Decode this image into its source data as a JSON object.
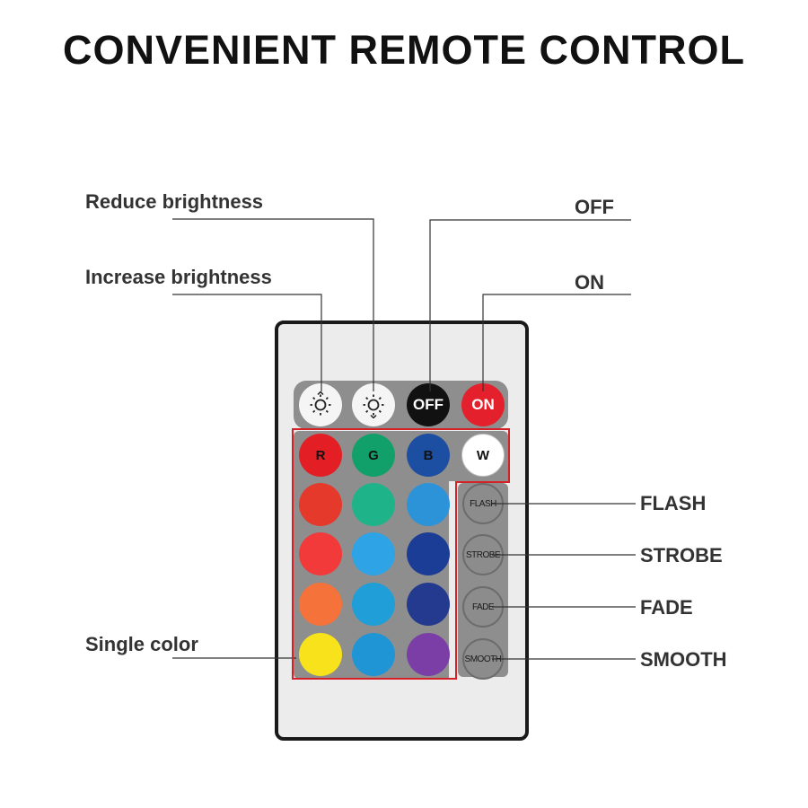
{
  "title": "CONVENIENT REMOTE CONTROL",
  "callouts": {
    "reduce_brightness": "Reduce brightness",
    "increase_brightness": "Increase brightness",
    "off": "OFF",
    "on": "ON",
    "flash": "FLASH",
    "strobe": "STROBE",
    "fade": "FADE",
    "smooth": "SMOOTH",
    "single_color": "Single color"
  },
  "remote": {
    "top_row": [
      {
        "name": "increase-brightness-button",
        "icon": "brightness-up-icon",
        "label": "",
        "bg": "#f5f5f5",
        "fg": "#222222"
      },
      {
        "name": "reduce-brightness-button",
        "icon": "brightness-down-icon",
        "label": "",
        "bg": "#f5f5f5",
        "fg": "#222222"
      },
      {
        "name": "off-button",
        "icon": "",
        "label": "OFF",
        "bg": "#111111",
        "fg": "#ffffff"
      },
      {
        "name": "on-button",
        "icon": "",
        "label": "ON",
        "bg": "#e3202b",
        "fg": "#ffffff"
      }
    ],
    "color_rows": [
      [
        {
          "label": "R",
          "bg": "#e31e25",
          "fg": "#111111"
        },
        {
          "label": "G",
          "bg": "#12a06a",
          "fg": "#111111"
        },
        {
          "label": "B",
          "bg": "#1c4ea1",
          "fg": "#111111"
        },
        {
          "label": "W",
          "bg": "#ffffff",
          "fg": "#111111"
        }
      ],
      [
        {
          "label": "",
          "bg": "#e5392c"
        },
        {
          "label": "",
          "bg": "#1fb389"
        },
        {
          "label": "",
          "bg": "#2d93d9"
        }
      ],
      [
        {
          "label": "",
          "bg": "#f23a3a"
        },
        {
          "label": "",
          "bg": "#2ea3e6"
        },
        {
          "label": "",
          "bg": "#1c3d96"
        }
      ],
      [
        {
          "label": "",
          "bg": "#f5733a"
        },
        {
          "label": "",
          "bg": "#1f9ed8"
        },
        {
          "label": "",
          "bg": "#233a8f"
        }
      ],
      [
        {
          "label": "",
          "bg": "#f7e21c"
        },
        {
          "label": "",
          "bg": "#1f95d6"
        },
        {
          "label": "",
          "bg": "#7b3ea6"
        }
      ]
    ],
    "modes": [
      "FLASH",
      "STROBE",
      "FADE",
      "SMOOTH"
    ],
    "colors": {
      "outline_red": "#d42027",
      "panel_gray": "#8e8e8e",
      "leader": "#333333"
    }
  }
}
